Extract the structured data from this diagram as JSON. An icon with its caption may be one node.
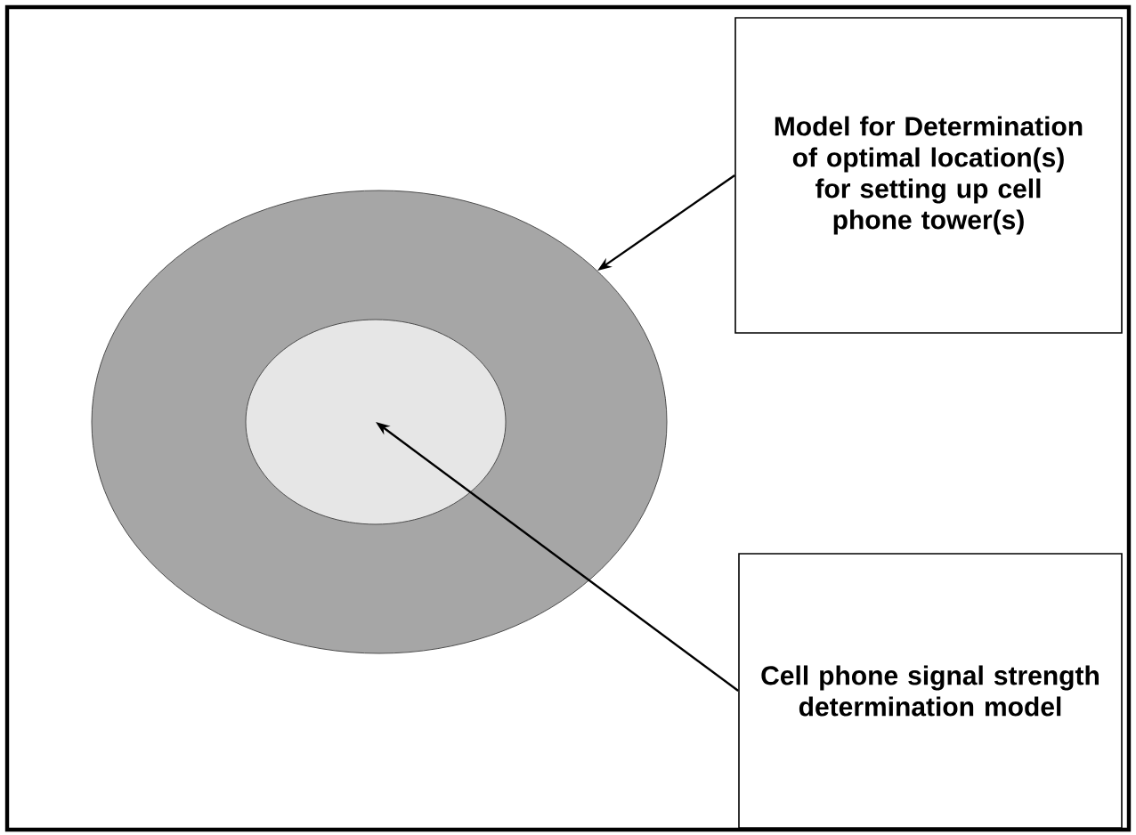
{
  "diagram": {
    "nodes": [
      {
        "text": [],
        "shape": "circle"
      },
      {
        "text": [],
        "shape": "circle",
        "in": 0
      },
      {
        "text": [
          "Model for Determination of optimal location(s) for setting up cell phone tower(s)"
        ]
      },
      {
        "text": [
          "Cell phone signal strength determination model"
        ]
      }
    ],
    "edges": [
      {
        "from": 2,
        "to": 0,
        "arrow": "to"
      },
      {
        "from": 3,
        "to": 1,
        "arrow": "to"
      }
    ]
  }
}
